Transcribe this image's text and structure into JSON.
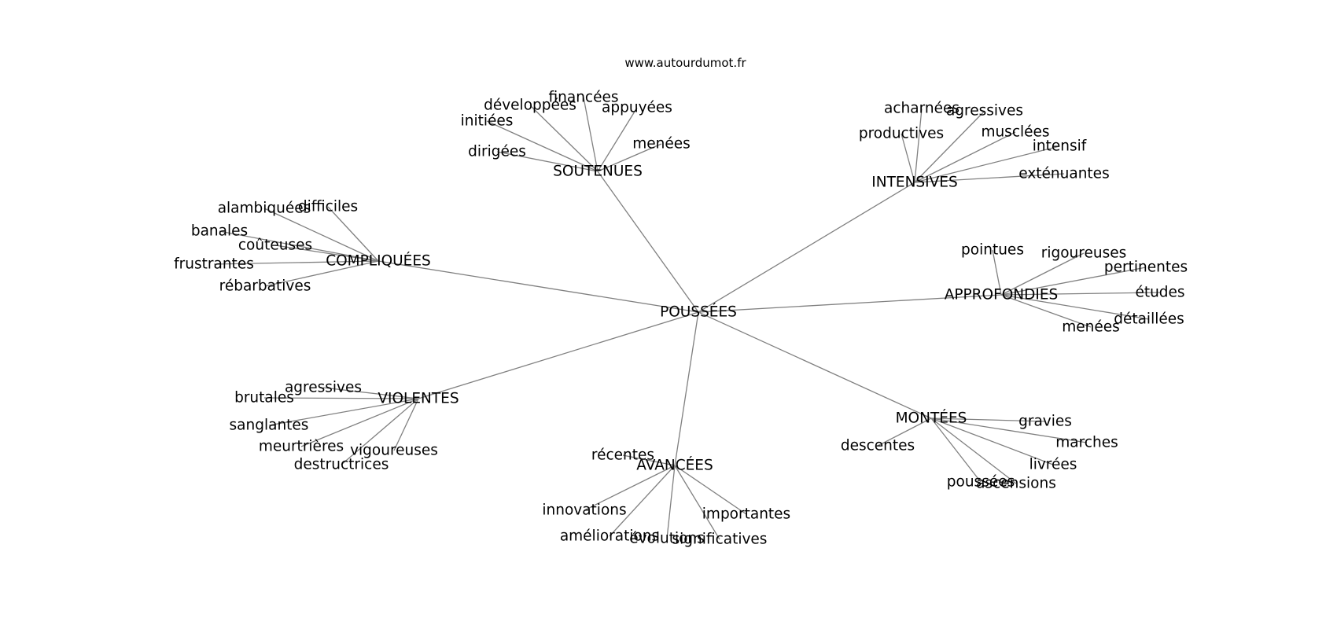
{
  "watermark": "www.autourdumot.fr",
  "graph": {
    "center": "POUSSÉES",
    "hubs": [
      {
        "name": "SOUTENUES",
        "leaves": [
          "financées",
          "développées",
          "appuyées",
          "initiées",
          "menées",
          "dirigées"
        ]
      },
      {
        "name": "INTENSIVES",
        "leaves": [
          "acharnées",
          "agressives",
          "productives",
          "musclées",
          "intensif",
          "exténuantes"
        ]
      },
      {
        "name": "COMPLIQUÉES",
        "leaves": [
          "alambiquées",
          "difficiles",
          "banales",
          "coûteuses",
          "frustrantes",
          "rébarbatives"
        ]
      },
      {
        "name": "APPROFONDIES",
        "leaves": [
          "pointues",
          "rigoureuses",
          "pertinentes",
          "études",
          "détaillées",
          "menées"
        ]
      },
      {
        "name": "VIOLENTES",
        "leaves": [
          "agressives",
          "brutales",
          "sanglantes",
          "meurtrières",
          "vigoureuses",
          "destructrices"
        ]
      },
      {
        "name": "MONTÉES",
        "leaves": [
          "gravies",
          "marches",
          "descentes",
          "livrées",
          "poussées",
          "ascensions"
        ]
      },
      {
        "name": "AVANCÉES",
        "leaves": [
          "récentes",
          "innovations",
          "importantes",
          "améliorations",
          "évolutions",
          "significatives"
        ]
      }
    ]
  }
}
